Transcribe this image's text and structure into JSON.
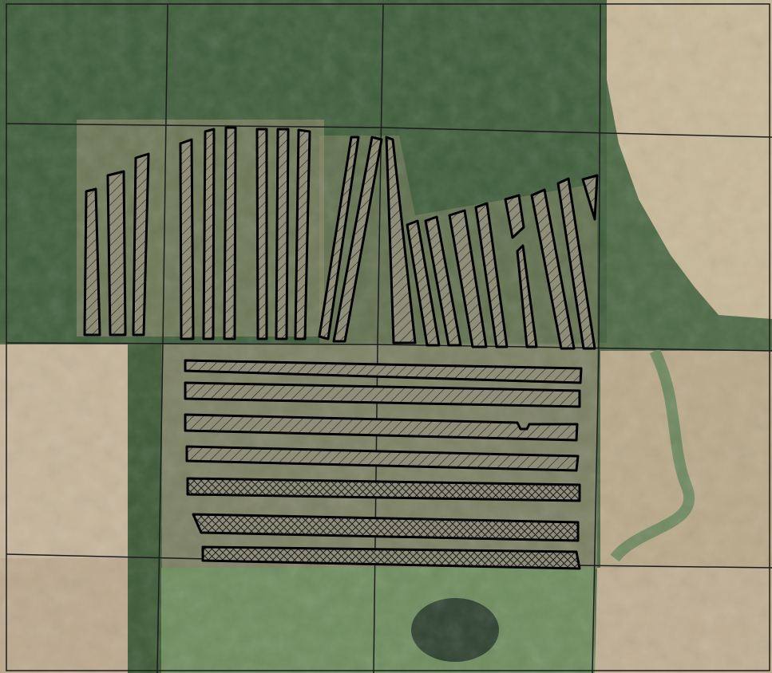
{
  "map": {
    "legend_text": [],
    "terrain_colors": {
      "forest": "#3e5f3a",
      "forest_dark": "#2f4b2e",
      "field_light": "#c8b89a",
      "field_mid": "#b9a98b",
      "wetland": "#6f8a62",
      "cleared": "#8d8a6a",
      "water": "#334436",
      "grid_line": "#1a1a1a",
      "plot_outline": "#000000",
      "hatch": "#1f1f1f"
    },
    "plot_groups": {
      "northern_strips": {
        "count": 21,
        "hatch": "single-diagonal"
      },
      "southern_strips_single_hatch": {
        "count": 4,
        "hatch": "single-diagonal"
      },
      "southern_strips_cross_hatch": {
        "count": 3,
        "hatch": "cross-hatch"
      }
    }
  }
}
